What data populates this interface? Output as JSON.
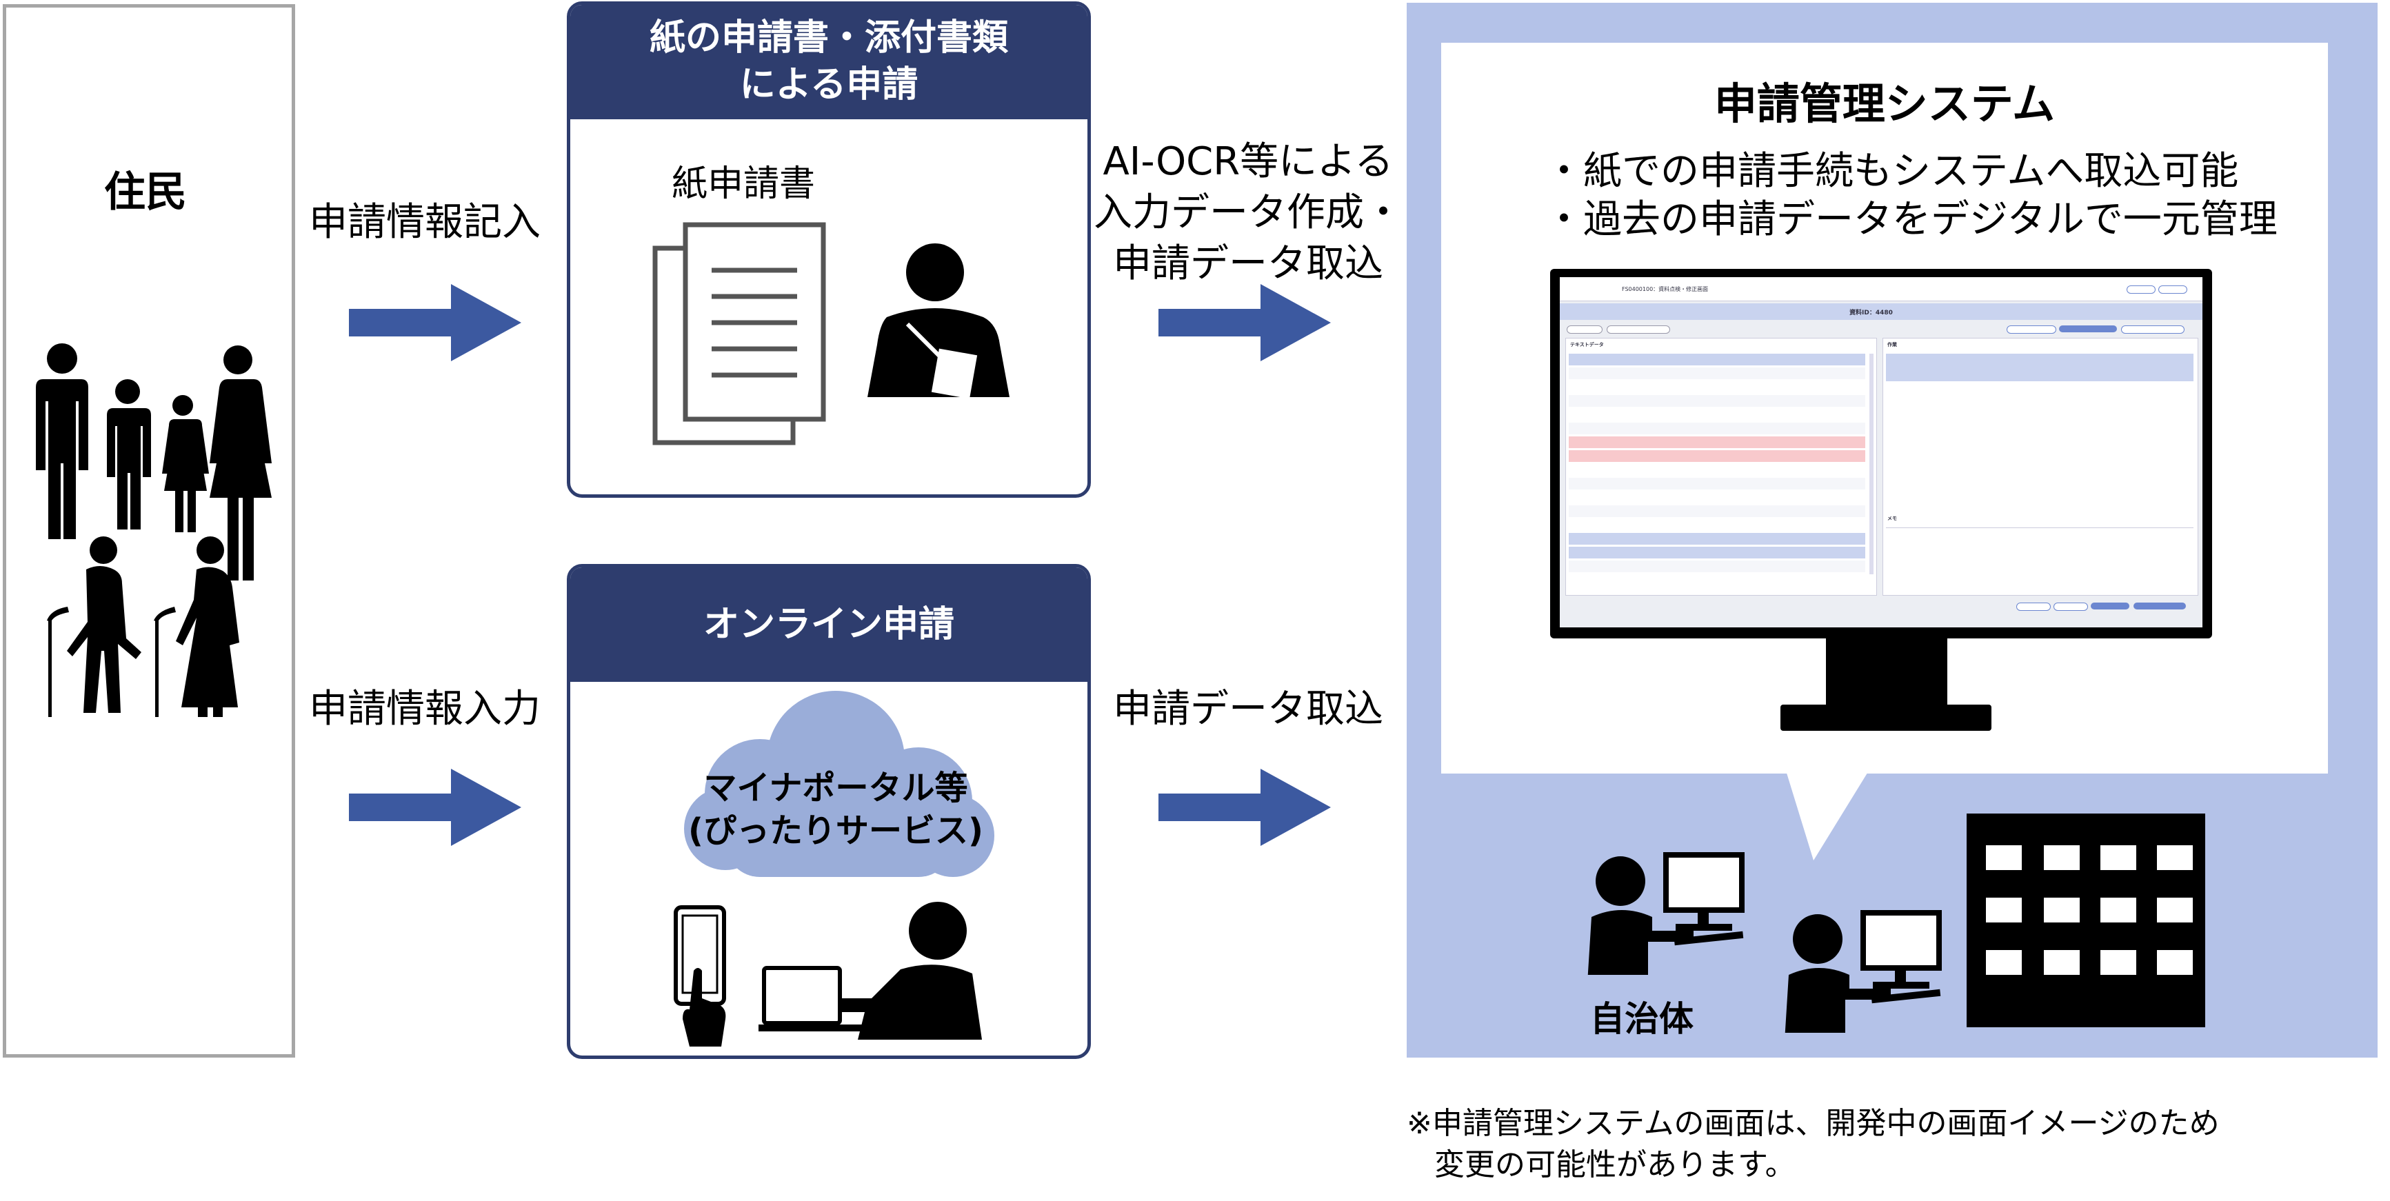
{
  "residents": {
    "title": "住民"
  },
  "flow_labels": {
    "paper_entry": "申請情報記入",
    "online_entry": "申請情報入力",
    "ocr_line1": "AI-OCR等による",
    "ocr_line2": "入力データ作成・",
    "ocr_line3": "申請データ取込",
    "online_import": "申請データ取込"
  },
  "paper_card": {
    "title_line1": "紙の申請書・添付書類",
    "title_line2": "による申請",
    "doc_label": "紙申請書"
  },
  "online_card": {
    "title": "オンライン申請",
    "cloud_line1": "マイナポータル等",
    "cloud_line2": "(ぴったりサービス)"
  },
  "system": {
    "title": "申請管理システム",
    "bullet1": "・紙での申請手続もシステムへ取込可能",
    "bullet2": "・過去の申請データをデジタルで一元管理",
    "municipality": "自治体"
  },
  "screen": {
    "header_title": "FS0400100：資料点検・修正画面",
    "id_label": "資料ID：4480",
    "text_data_label": "テキストデータ",
    "work_label": "作業",
    "memo_label": "メモ"
  },
  "note": {
    "line1": "※申請管理システムの画面は、開発中の画面イメージのため",
    "line2": "変更の可能性があります。"
  },
  "colors": {
    "navy": "#2e3d6e",
    "arrow": "#3c59a0",
    "panel": "#b4c2e8",
    "cloud": "#9aadd9",
    "border_gray": "#a6a6a6"
  }
}
